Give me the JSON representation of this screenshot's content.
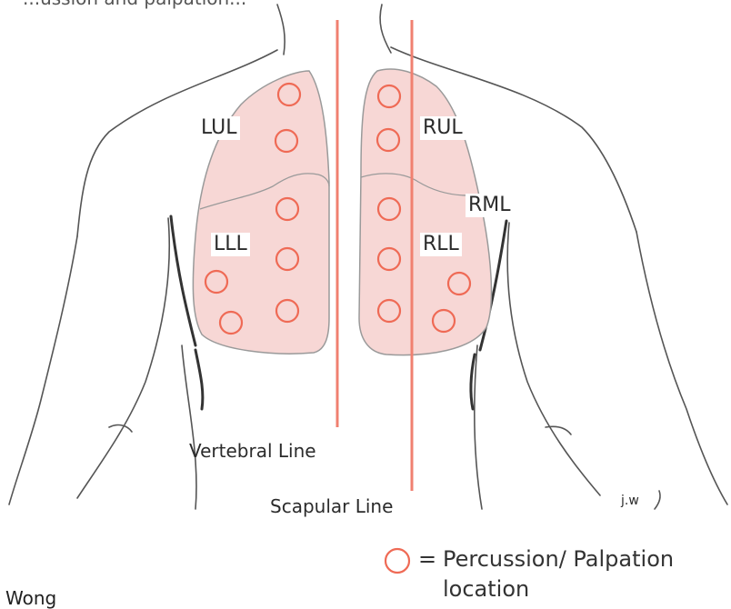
{
  "top_caption": "...ussion and palpation...",
  "lobes": {
    "lul": "LUL",
    "lll": "LLL",
    "rul": "RUL",
    "rml": "RML",
    "rll": "RLL"
  },
  "lines": {
    "vertebral": "Vertebral Line",
    "scapular": "Scapular Line"
  },
  "legend": {
    "equals": "=",
    "line1": "Percussion/ Palpation",
    "line2": "location",
    "symbol": "circle-marker"
  },
  "credit": "j.w",
  "bottom_caption": "Wong",
  "colors": {
    "lung_fill": "#f7d7d5",
    "marker": "#ef6a55",
    "reference_line": "#f08070",
    "body_outline": "#555555"
  }
}
